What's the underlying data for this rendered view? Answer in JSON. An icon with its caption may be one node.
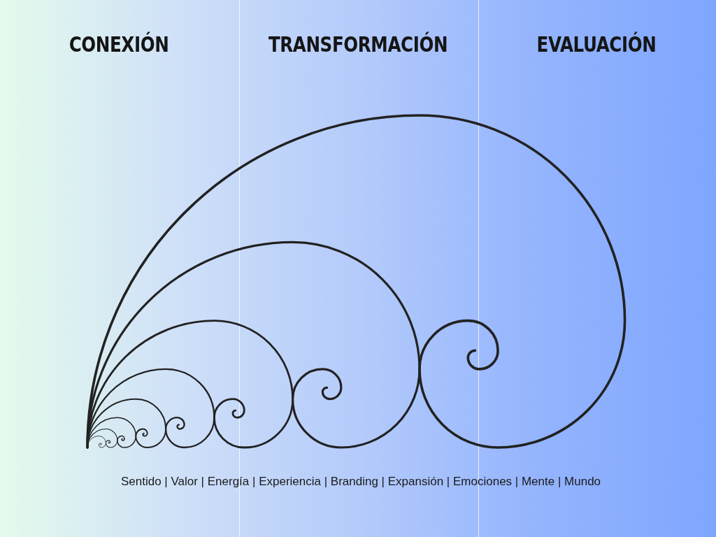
{
  "diagram": {
    "labels": [
      "CONEXIÓN",
      "TRANSFORMACIÓN",
      "EVALUACIÓN",
      "Sentido | Valor | Energía | Experiencia | Branding | Expansión | Emociones | Mente | Mundo"
    ]
  }
}
